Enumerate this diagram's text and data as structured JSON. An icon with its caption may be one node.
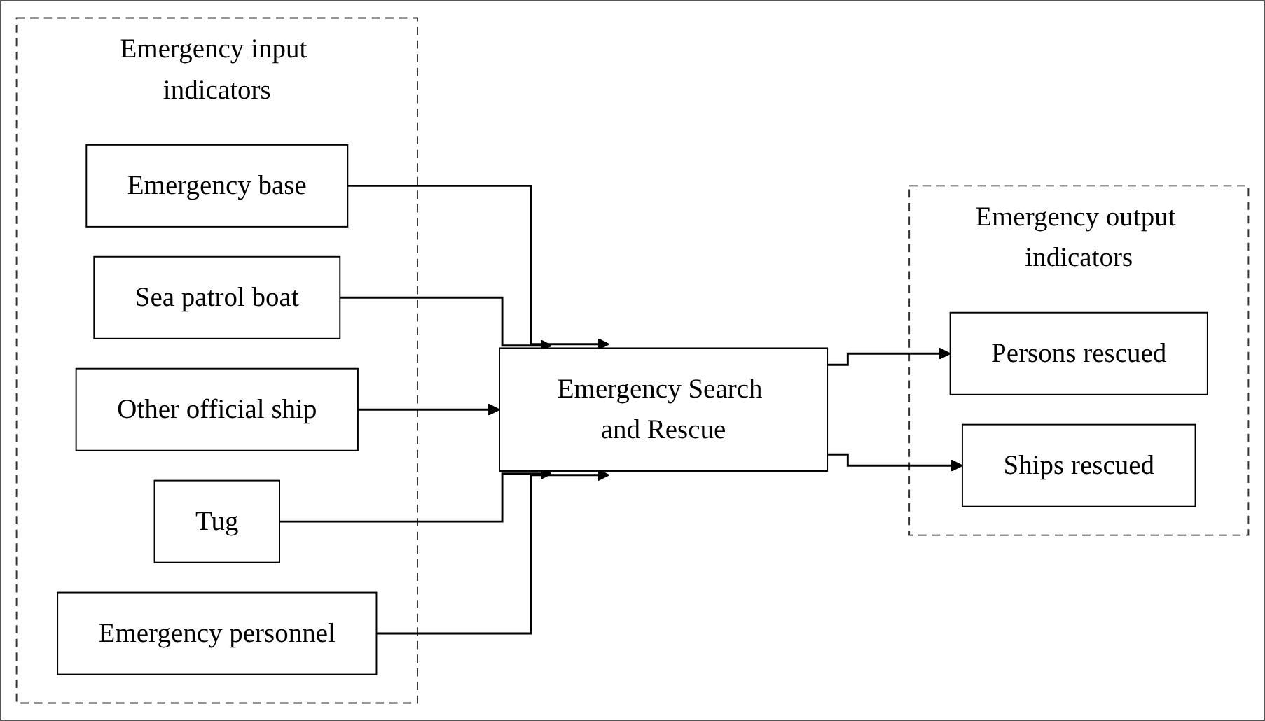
{
  "diagram": {
    "nodes": [
      {
        "text": [
          "Emergency input indicators"
        ]
      },
      {
        "text": [
          "Emergency base"
        ],
        "in": 0
      },
      {
        "text": [
          "Sea patrol boat"
        ],
        "in": 0
      },
      {
        "text": [
          "Other official ship"
        ],
        "in": 0
      },
      {
        "text": [
          "Tug"
        ],
        "in": 0
      },
      {
        "text": [
          "Emergency personnel"
        ],
        "in": 0
      },
      {
        "text": [
          "Emergency Search and Rescue"
        ]
      },
      {
        "text": [
          "Emergency output indicators"
        ]
      },
      {
        "text": [
          "Persons rescued"
        ],
        "in": 7
      },
      {
        "text": [
          "Ships rescued"
        ],
        "in": 7
      }
    ],
    "edges": [
      {
        "from": 1,
        "to": 6,
        "arrow": "to"
      },
      {
        "from": 2,
        "to": 6,
        "arrow": "to"
      },
      {
        "from": 3,
        "to": 6,
        "arrow": "to"
      },
      {
        "from": 4,
        "to": 6,
        "arrow": "to"
      },
      {
        "from": 5,
        "to": 6,
        "arrow": "to"
      },
      {
        "from": 6,
        "to": 8,
        "arrow": "to"
      },
      {
        "from": 6,
        "to": 9,
        "arrow": "to"
      }
    ]
  }
}
